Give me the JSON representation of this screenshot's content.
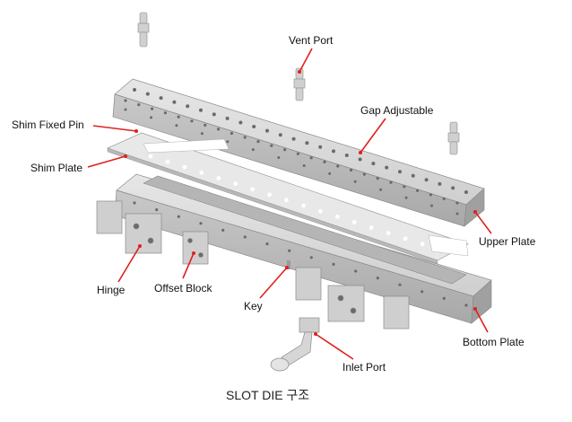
{
  "labels": {
    "vent_port": "Vent Port",
    "gap_adjustable": "Gap Adjustable",
    "shim_fixed_pin": "Shim Fixed Pin",
    "shim_plate": "Shim Plate",
    "upper_plate": "Upper Plate",
    "hinge": "Hinge",
    "offset_block": "Offset Block",
    "key": "Key",
    "bottom_plate": "Bottom Plate",
    "inlet_port": "Inlet Port"
  },
  "caption": "SLOT DIE 구조",
  "colors": {
    "leader": "#e0201c",
    "metal_top": "#dcdcdc",
    "metal_front": "#bdbdbd",
    "metal_side": "#9a9a9a",
    "hole": "#6a6a6a"
  }
}
